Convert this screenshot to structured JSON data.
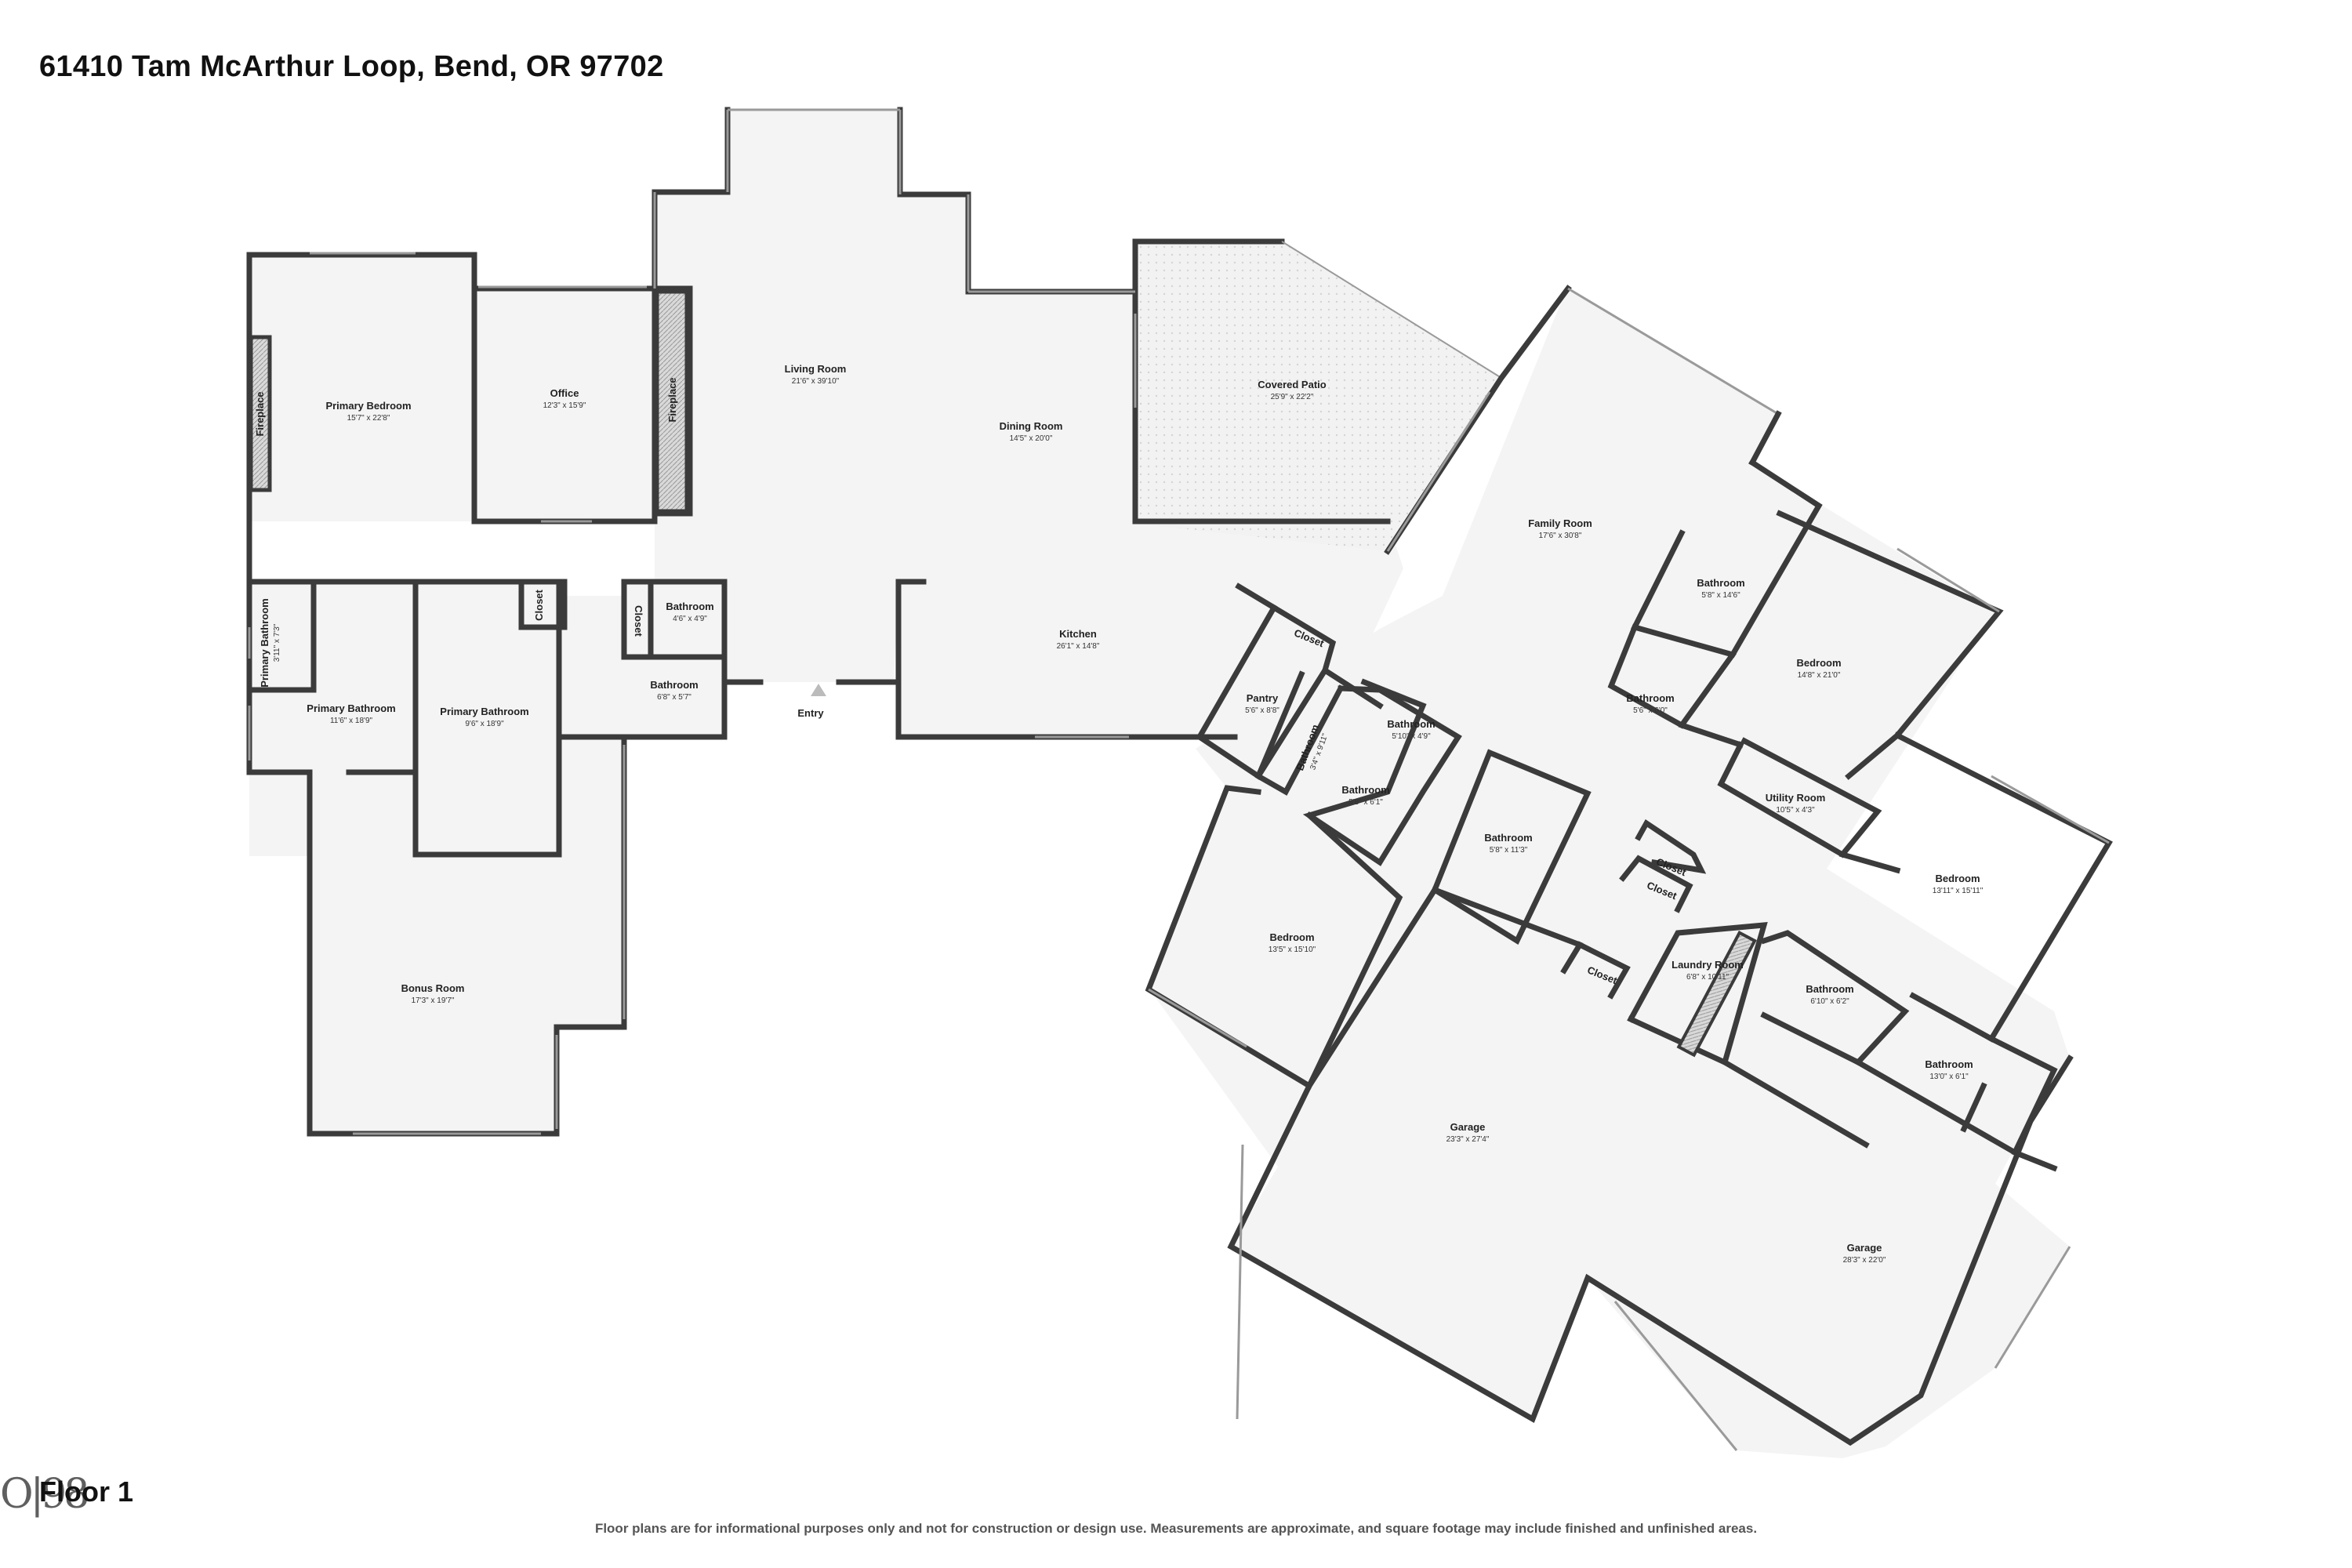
{
  "header": {
    "address": "61410 Tam McArthur Loop, Bend, OR 97702"
  },
  "footer": {
    "floor_label": "Floor 1",
    "logo_text": "O|98",
    "disclaimer": "Floor plans are for informational purposes only and not for construction or design use. Measurements are approximate, and square footage may include finished and unfinished areas."
  },
  "rooms": [
    {
      "name": "Primary Bedroom",
      "dim": "15'7\" x 22'8\""
    },
    {
      "name": "Office",
      "dim": "12'3\" x 15'9\""
    },
    {
      "name": "Living Room",
      "dim": "21'6\" x 39'10\""
    },
    {
      "name": "Dining Room",
      "dim": "14'5\" x 20'0\""
    },
    {
      "name": "Covered Patio",
      "dim": "25'9\" x 22'2\""
    },
    {
      "name": "Family Room",
      "dim": "17'6\" x 30'8\""
    },
    {
      "name": "Kitchen",
      "dim": "26'1\" x 14'8\""
    },
    {
      "name": "Pantry",
      "dim": "5'6\" x 8'8\""
    },
    {
      "name": "Bathroom",
      "dim": "4'6\" x 4'9\""
    },
    {
      "name": "Bathroom",
      "dim": "6'8\" x 5'7\""
    },
    {
      "name": "Primary Bathroom",
      "dim": "3'11\" x 7'3\""
    },
    {
      "name": "Primary Bathroom",
      "dim": "11'6\" x 18'9\""
    },
    {
      "name": "Primary Bathroom",
      "dim": "9'6\" x 18'9\""
    },
    {
      "name": "Bonus Room",
      "dim": "17'3\" x 19'7\""
    },
    {
      "name": "Bathroom",
      "dim": "5'8\" x 14'6\""
    },
    {
      "name": "Bedroom",
      "dim": "14'8\" x 21'0\""
    },
    {
      "name": "Bathroom",
      "dim": "5'6\" x 6'0\""
    },
    {
      "name": "Utility Room",
      "dim": "10'5\" x 4'3\""
    },
    {
      "name": "Bedroom",
      "dim": "13'11\" x 15'11\""
    },
    {
      "name": "Bathroom",
      "dim": "5'10\" x 4'9\""
    },
    {
      "name": "Bathroom",
      "dim": "5'8\" x 6'1\""
    },
    {
      "name": "Bathroom",
      "dim": "3'4\" x 9'11\""
    },
    {
      "name": "Bathroom",
      "dim": "5'8\" x 11'3\""
    },
    {
      "name": "Bedroom",
      "dim": "13'5\" x 15'10\""
    },
    {
      "name": "Laundry Room",
      "dim": "6'8\" x 10'11\""
    },
    {
      "name": "Bathroom",
      "dim": "6'10\" x 6'2\""
    },
    {
      "name": "Bathroom",
      "dim": "13'0\" x 6'1\""
    },
    {
      "name": "Garage",
      "dim": "23'3\" x 27'4\""
    },
    {
      "name": "Garage",
      "dim": "28'3\" x 22'0\""
    }
  ],
  "labels": {
    "fireplace": "Fireplace",
    "closet": "Closet",
    "entry": "Entry"
  }
}
